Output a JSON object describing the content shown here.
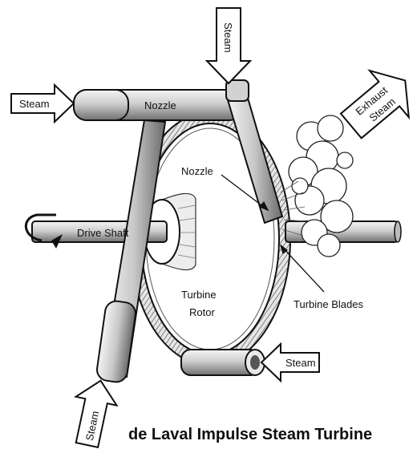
{
  "title": "de Laval Impulse Steam Turbine",
  "arrows": {
    "steam_left": "Steam",
    "steam_top": "Steam",
    "steam_bottom_right": "Steam",
    "steam_bottom_left": "Steam",
    "exhaust_line1": "Exhaust",
    "exhaust_line2": "Steam"
  },
  "labels": {
    "nozzle_top": "Nozzle",
    "nozzle_inner": "Nozzle",
    "drive_shaft": "Drive Shaft",
    "rotor_line1": "Turbine",
    "rotor_line2": "Rotor",
    "blades": "Turbine Blades"
  },
  "colors": {
    "ink": "#111111",
    "metal": "#d9d9d9",
    "metal_dark": "#8a8a8a",
    "arrow_fill": "#ffffff"
  }
}
